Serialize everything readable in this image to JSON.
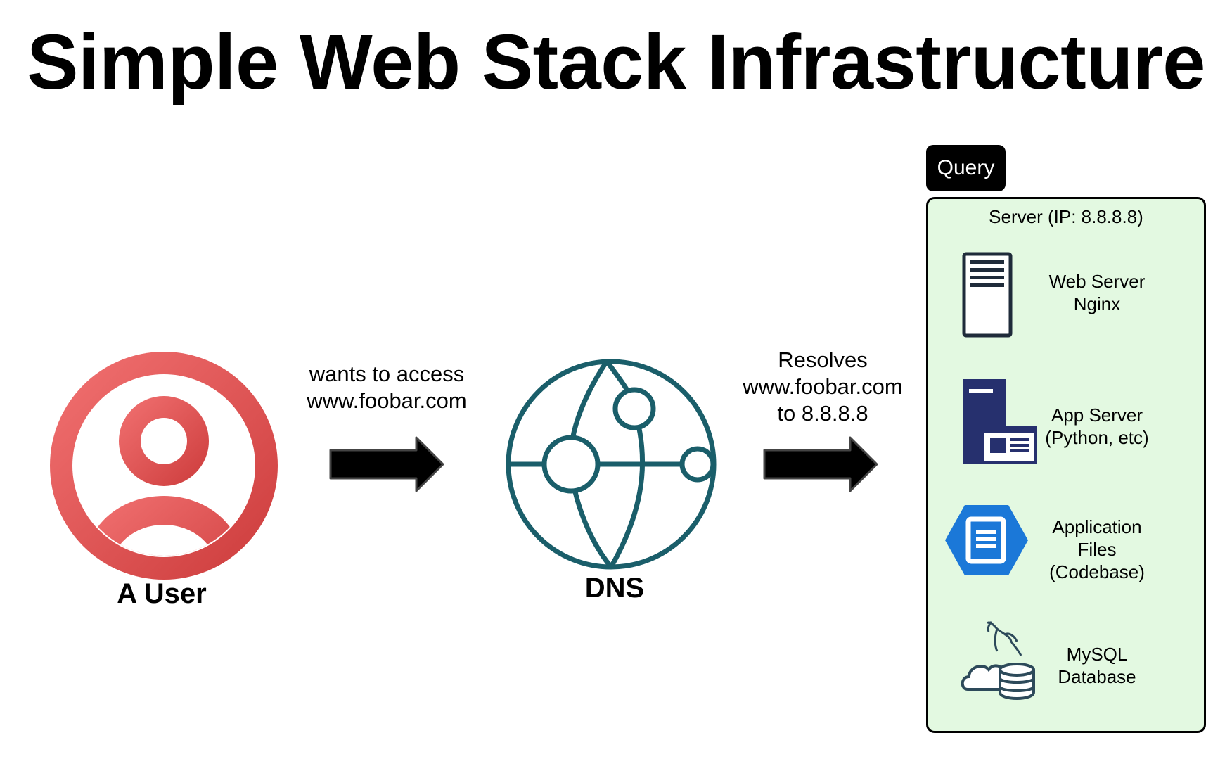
{
  "title": "Simple Web Stack Infrastructure",
  "user": {
    "label": "A User",
    "icon": "user-circle-icon"
  },
  "dns": {
    "label": "DNS",
    "icon": "globe-network-icon"
  },
  "edge1": {
    "lines": [
      "wants to access",
      "www.foobar.com"
    ]
  },
  "edge2": {
    "lines": [
      "Resolves",
      "www.foobar.com",
      "to 8.8.8.8"
    ]
  },
  "server": {
    "query_label": "Query",
    "title": "Server (IP: 8.8.8.8)",
    "components": [
      {
        "icon": "web-server-icon",
        "lines": [
          "Web Server",
          "Nginx"
        ]
      },
      {
        "icon": "app-server-icon",
        "lines": [
          "App Server",
          "(Python, etc)"
        ]
      },
      {
        "icon": "application-files-icon",
        "lines": [
          "Application",
          "Files",
          "(Codebase)"
        ]
      },
      {
        "icon": "mysql-database-icon",
        "lines": [
          "MySQL",
          "Database"
        ]
      }
    ]
  },
  "colors": {
    "user_red": "#e05353",
    "dns_teal": "#1a5e6a",
    "server_bg": "#e3f9e1",
    "server_navy": "#26306e",
    "files_blue": "#1b78d8",
    "db_slate": "#2d4a5a"
  }
}
